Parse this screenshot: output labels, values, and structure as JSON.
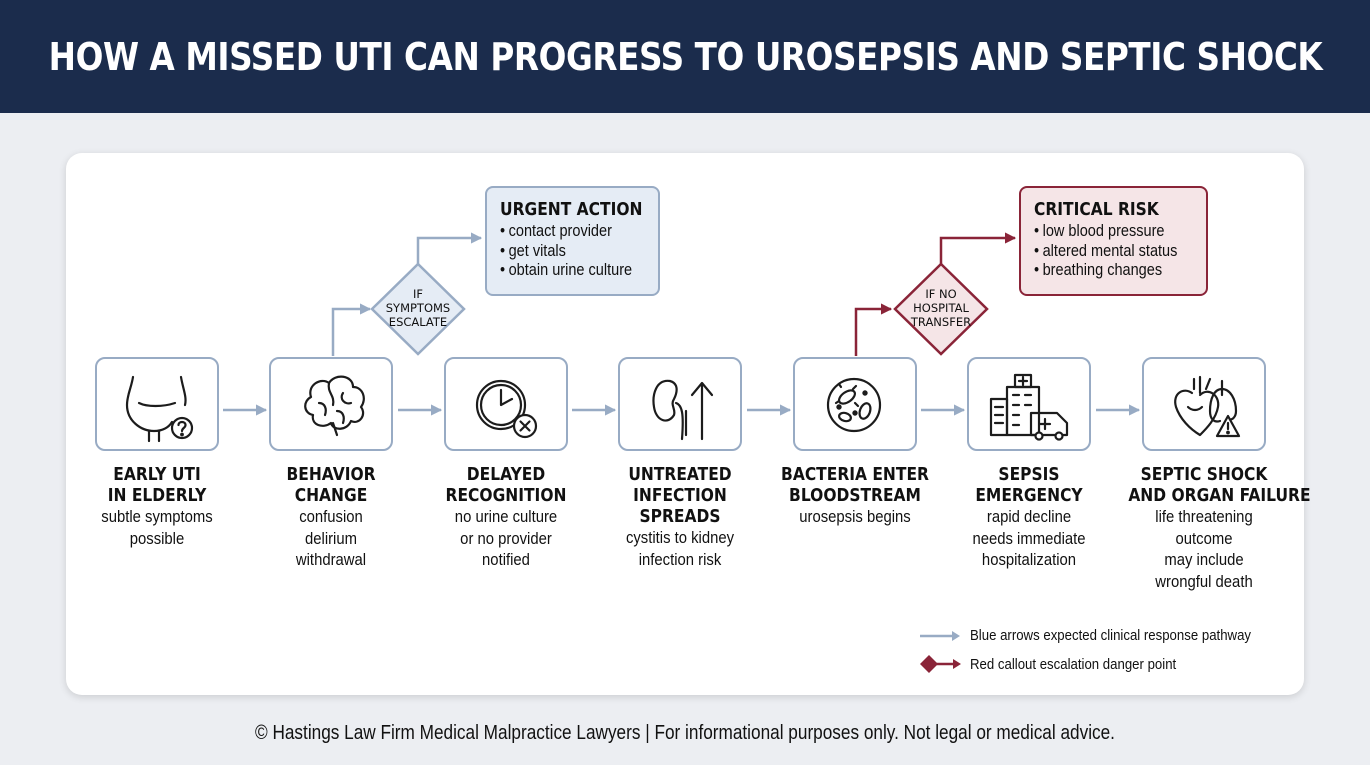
{
  "title": "HOW A MISSED UTI CAN PROGRESS TO UROSEPSIS AND SEPTIC SHOCK",
  "colors": {
    "navy": "#1b2c4c",
    "blue_arrow": "#98abc4",
    "red": "#8a2438",
    "blue_fill": "#e5ecf5",
    "red_fill": "#f5e5e7"
  },
  "steps": [
    {
      "icon": "bladder-question-icon",
      "title_lines": [
        "EARLY UTI",
        "IN ELDERLY"
      ],
      "desc_lines": [
        "subtle symptoms",
        "possible"
      ]
    },
    {
      "icon": "brain-icon",
      "title_lines": [
        "BEHAVIOR",
        "CHANGE"
      ],
      "desc_lines": [
        "confusion",
        "delirium",
        "withdrawal"
      ]
    },
    {
      "icon": "clock-x-icon",
      "title_lines": [
        "DELAYED",
        "RECOGNITION"
      ],
      "desc_lines": [
        "no urine culture",
        "or no provider",
        "notified"
      ]
    },
    {
      "icon": "kidney-arrow-up-icon",
      "title_lines": [
        "UNTREATED",
        "INFECTION",
        "SPREADS"
      ],
      "desc_lines": [
        "cystitis to kidney",
        "infection risk"
      ]
    },
    {
      "icon": "bacteria-icon",
      "title_lines": [
        "BACTERIA ENTER",
        "BLOODSTREAM"
      ],
      "desc_lines": [
        "urosepsis begins"
      ]
    },
    {
      "icon": "hospital-ambulance-icon",
      "title_lines": [
        "SEPSIS",
        "EMERGENCY"
      ],
      "desc_lines": [
        "rapid decline",
        "needs immediate",
        "hospitalization"
      ]
    },
    {
      "icon": "heart-lungs-warning-icon",
      "title_lines": [
        "SEPTIC SHOCK",
        "AND ORGAN FAILURE"
      ],
      "desc_lines": [
        "life threatening",
        "outcome",
        "may include",
        "wrongful death"
      ]
    }
  ],
  "decisions": [
    {
      "label_lines": [
        "IF",
        "SYMPTOMS",
        "ESCALATE"
      ],
      "color": "#98abc4"
    },
    {
      "label_lines": [
        "IF NO",
        "HOSPITAL",
        "TRANSFER"
      ],
      "color": "#8a2438"
    }
  ],
  "callouts": {
    "urgent": {
      "title": "URGENT ACTION",
      "items": [
        "contact provider",
        "get vitals",
        "obtain urine culture"
      ]
    },
    "critical": {
      "title": "CRITICAL RISK",
      "items": [
        "low blood pressure",
        "altered mental status",
        "breathing changes"
      ]
    }
  },
  "legend": {
    "blue": "Blue arrows expected clinical response pathway",
    "red": "Red callout escalation danger point"
  },
  "footer": "© Hastings Law Firm Medical Malpractice Lawyers  | For informational purposes only. Not legal or medical advice."
}
